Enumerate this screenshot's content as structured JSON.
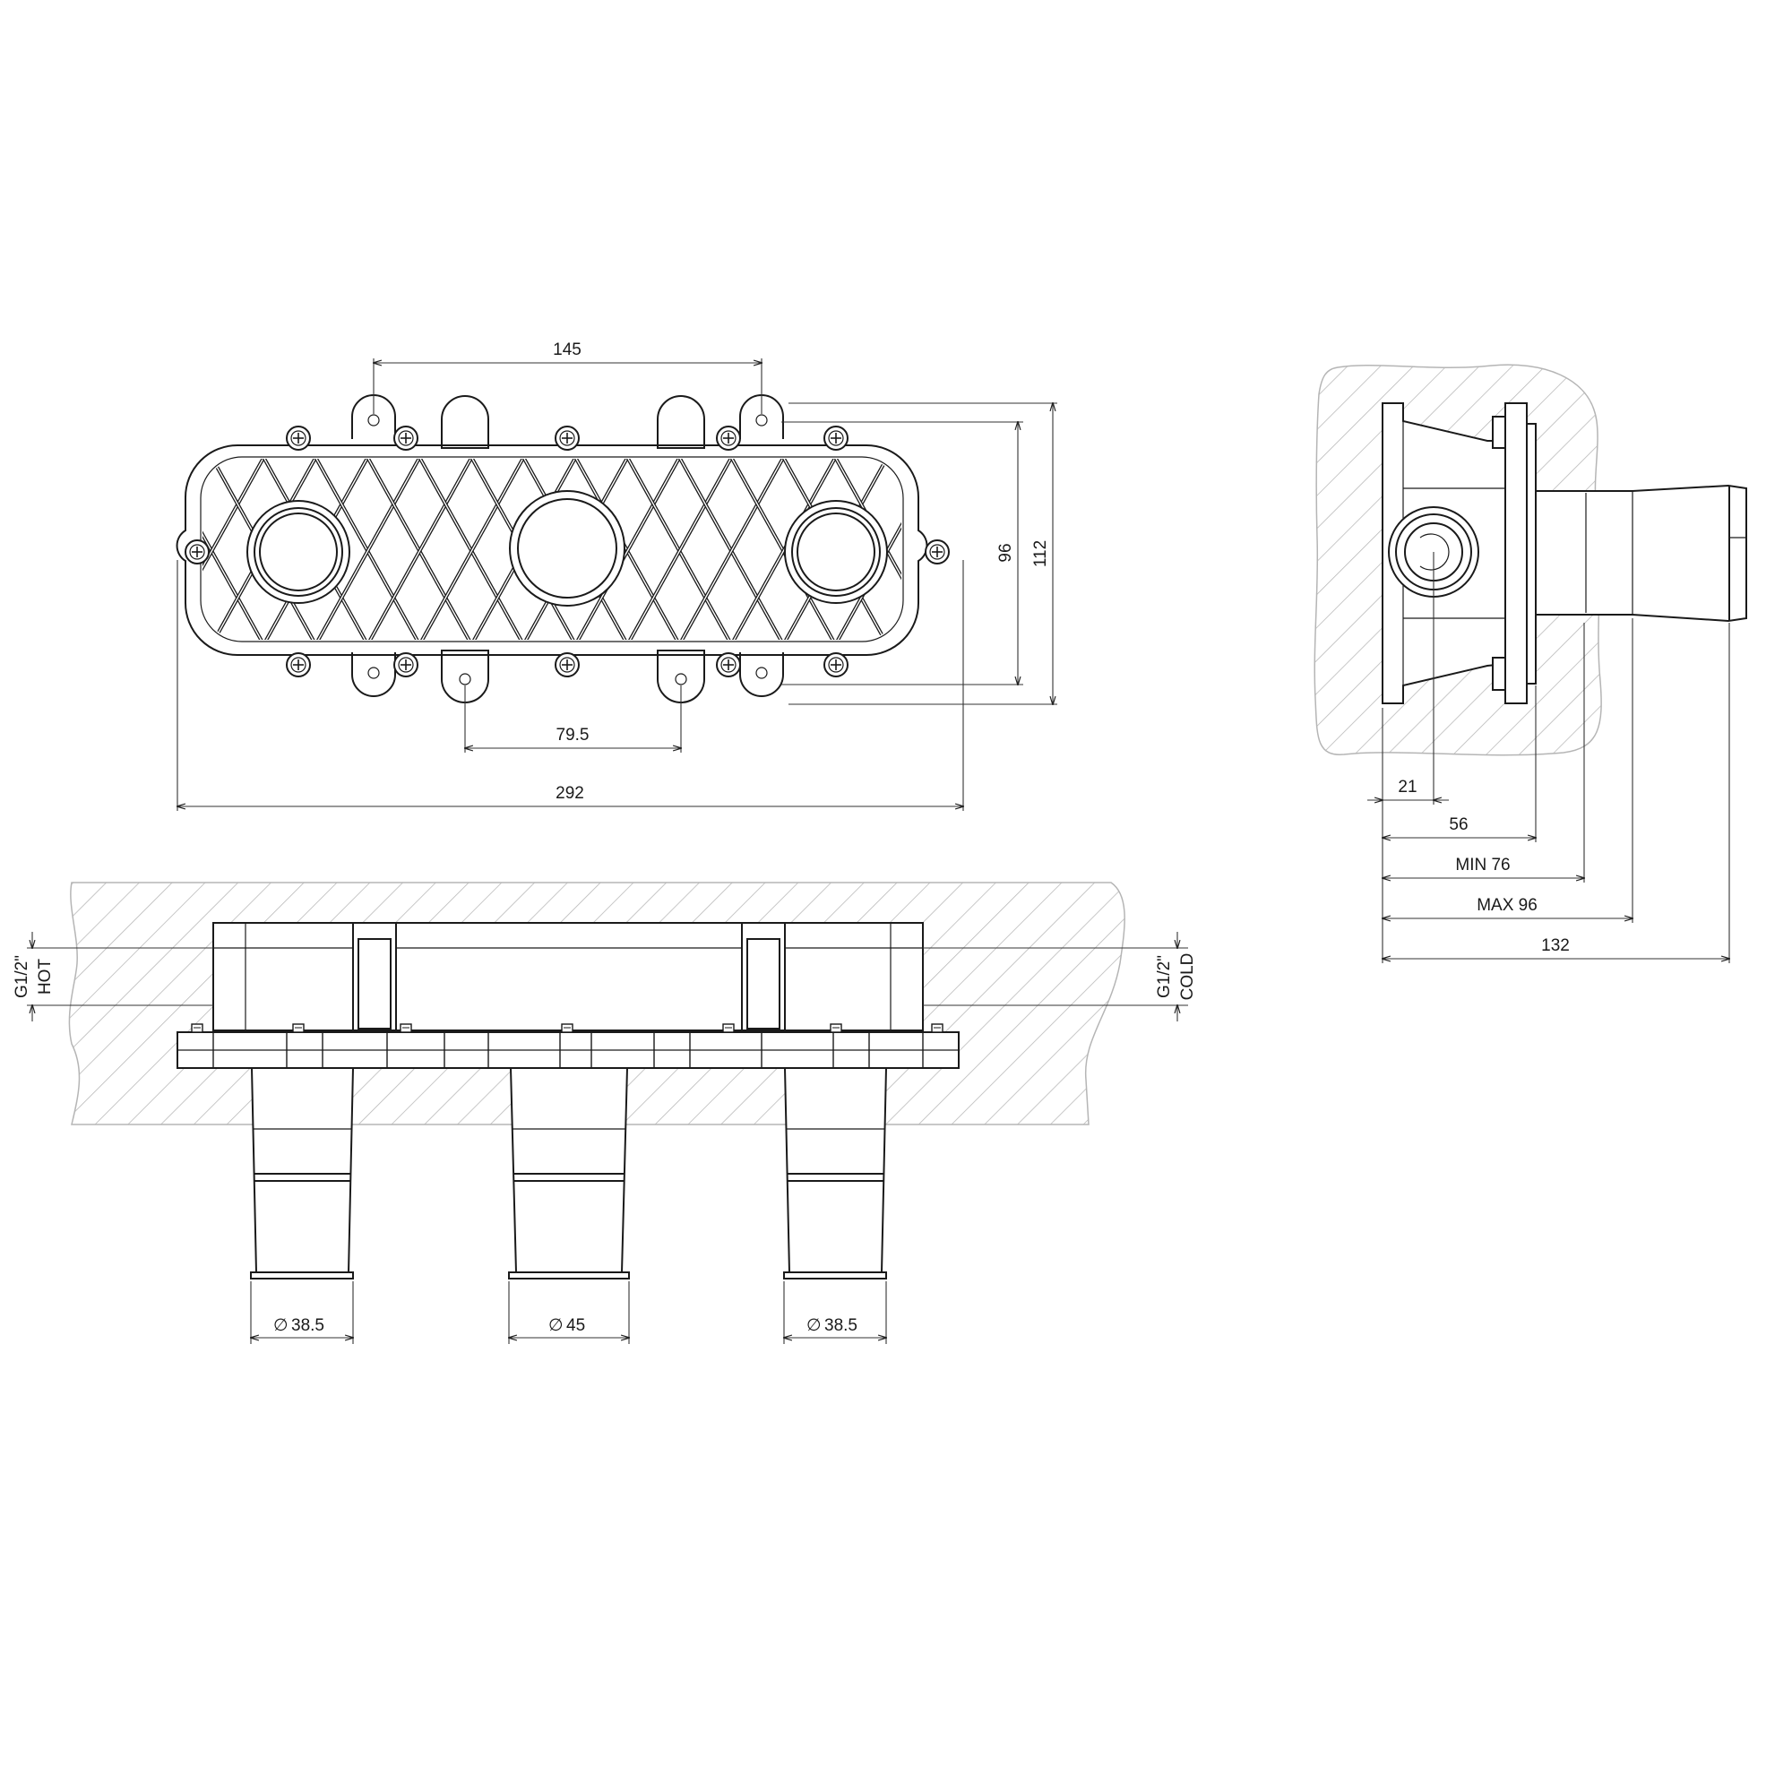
{
  "dimensions": {
    "front_top_center_spacing": "145",
    "front_bottom_center_spacing": "79.5",
    "front_overall_width": "292",
    "front_inner_height": "96",
    "front_outer_height": "112",
    "side_21": "21",
    "side_56": "56",
    "side_min": "MIN 76",
    "side_max": "MAX 96",
    "side_overall": "132",
    "pipe_left_diameter": "38.5",
    "pipe_center_diameter": "45",
    "pipe_right_diameter": "38.5",
    "diameter_symbol": "∅"
  },
  "connections": {
    "left_thread": "G1/2\"",
    "left_label": "HOT",
    "right_thread": "G1/2\"",
    "right_label": "COLD"
  },
  "colors": {
    "line": "#1a1a1a",
    "hatch": "#b5b5b5",
    "background": "#ffffff"
  }
}
